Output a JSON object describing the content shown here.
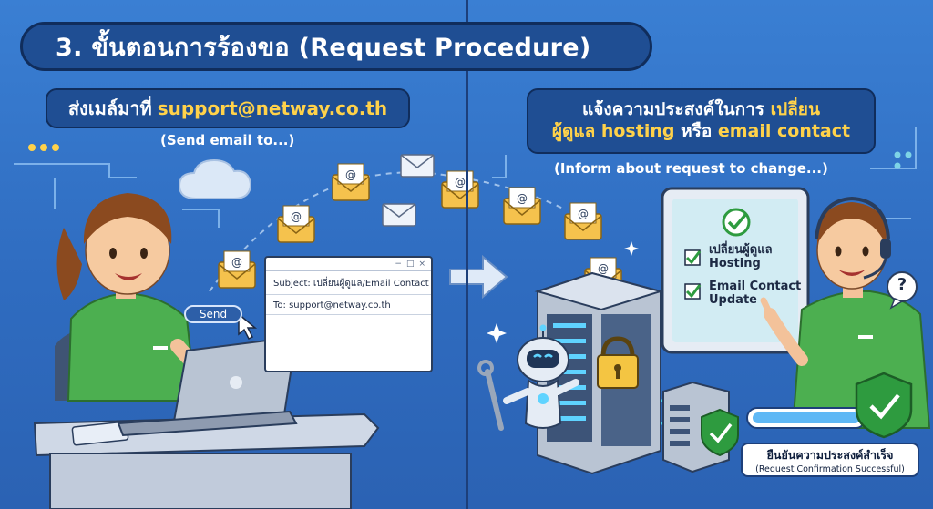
{
  "header": {
    "title": "3. ขั้นตอนการร้องขอ (Request Procedure)"
  },
  "left_panel": {
    "heading_prefix": "ส่งเมล์มาที่",
    "heading_email": "support@netway.co.th",
    "subtitle": "(Send email to...)",
    "email_window": {
      "subject": "Subject: เปลี่ยนผู้ดูแล/Email Contact",
      "to": "To: support@netway.co.th"
    },
    "send_label": "Send"
  },
  "right_panel": {
    "heading_line1_prefix": "แจ้งความประสงค์ในการ",
    "heading_line1_highlight": "เปลี่ยน",
    "heading_line2_highlight": "ผู้ดูแล hosting",
    "heading_line2_mid": "หรือ",
    "heading_line2_tail": "email contact",
    "subtitle": "(Inform about request to change...)",
    "checklist": [
      {
        "line1": "เปลี่ยนผู้ดูแล",
        "line2": "Hosting"
      },
      {
        "line1": "Email Contact",
        "line2": "Update"
      }
    ],
    "confirm_title": "ยืนยันความประสงค์สำเร็จ",
    "confirm_subtitle": "(Request Confirmation Successful)",
    "question_mark": "?"
  },
  "colors": {
    "background": "#3a7fd3",
    "title_bg": "#1f4e93",
    "highlight": "#ffd24a",
    "shirt": "#4caf50",
    "check": "#2e9b3f"
  }
}
